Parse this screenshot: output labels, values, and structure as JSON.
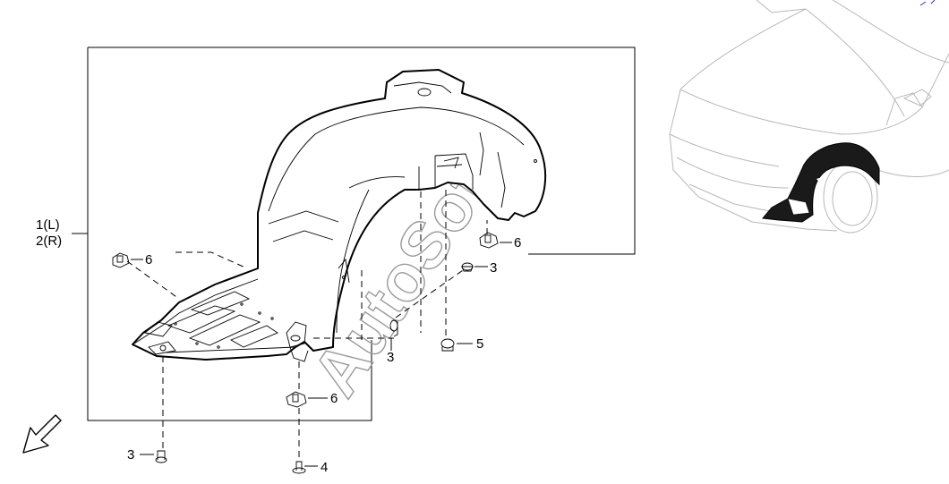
{
  "diagram": {
    "callouts": {
      "main_left": "1(L)",
      "main_right": "2(R)",
      "clip_upper_left": "6",
      "clip_right": "6",
      "clip_bottom": "6",
      "screw_right": "3",
      "screw_center": "3",
      "screw_bottom_left": "3",
      "grommet": "5",
      "bolt": "4"
    },
    "watermark": "AutoSoft",
    "icons": {
      "direction_arrow": "front-direction-arrow-icon",
      "vehicle": "vehicle-location-thumbnail"
    },
    "colors": {
      "line": "#000000",
      "watermark": "#9a9a9a",
      "car_outline": "#b8b8b8",
      "highlight": "#000000"
    }
  }
}
